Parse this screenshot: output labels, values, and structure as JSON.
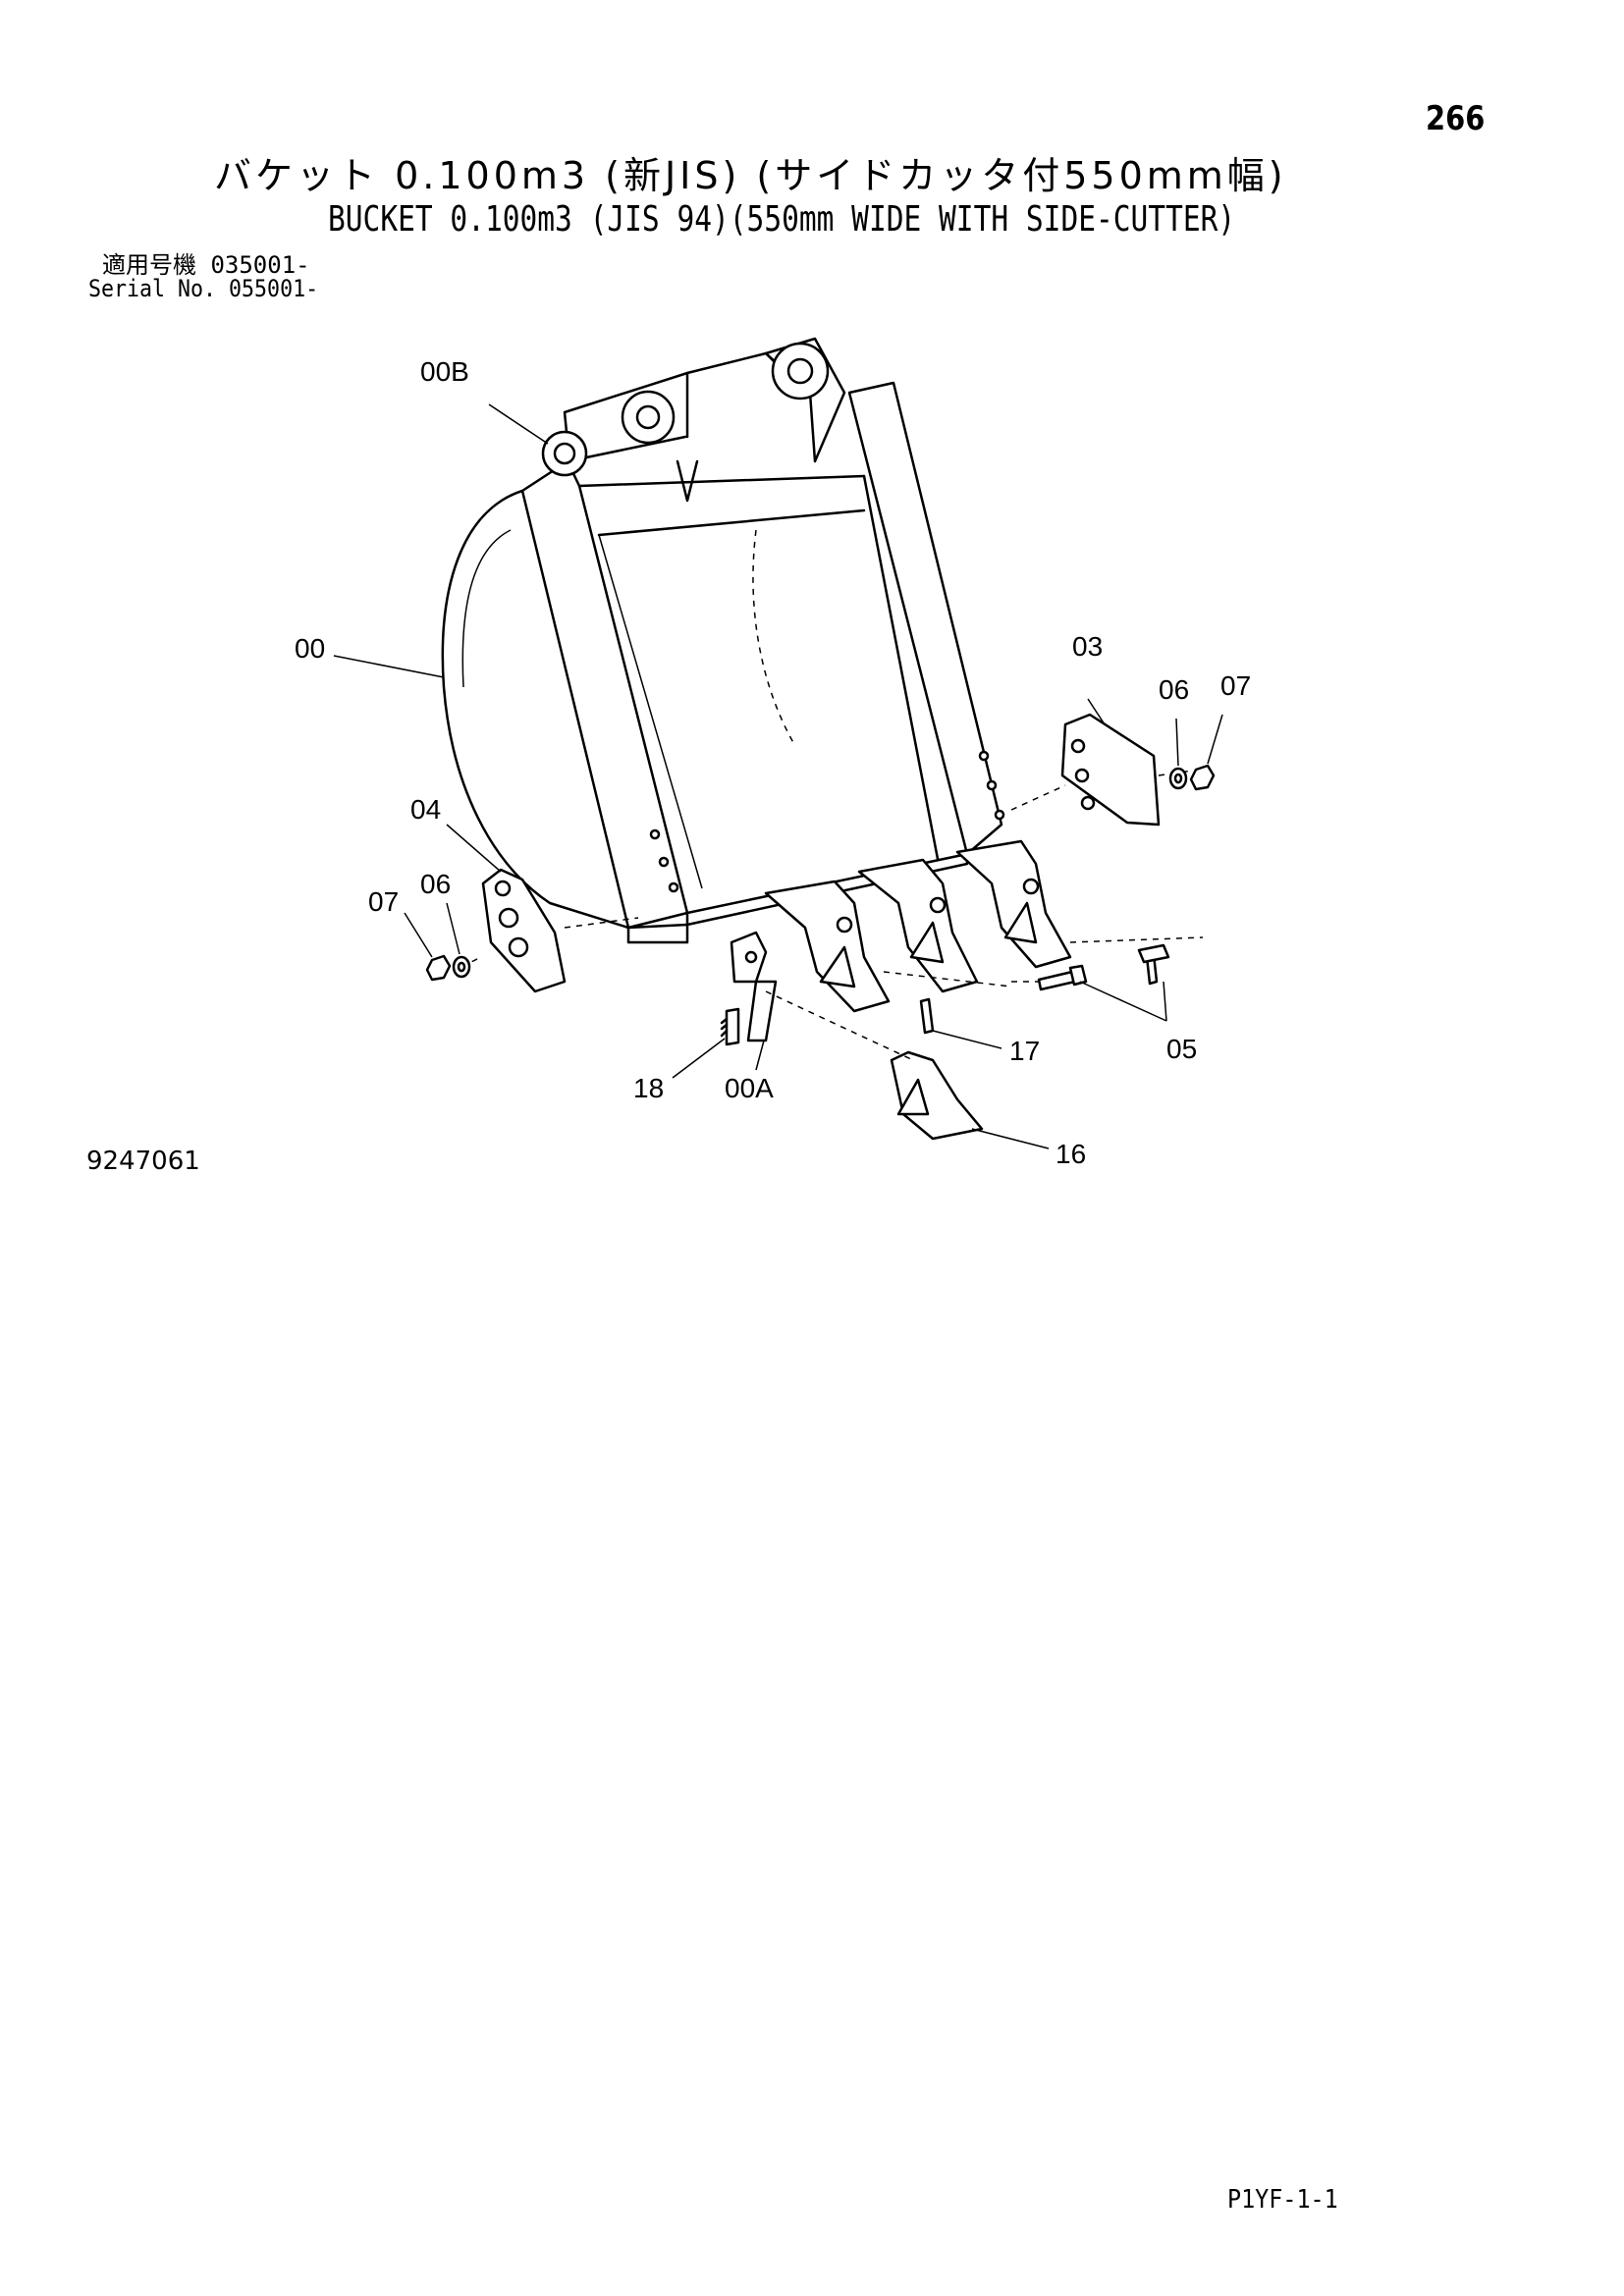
{
  "header": {
    "page_number": "266",
    "title_jp": "バケット 0.100m3 (新JIS) (サイドカッタ付550mm幅)",
    "title_en": "BUCKET 0.100m3 (JIS 94)(550mm WIDE WITH SIDE-CUTTER)",
    "serial_jp": "適用号機 035001-",
    "serial_en": "Serial No. 055001-"
  },
  "callouts": {
    "c00B": "00B",
    "c00": "00",
    "c03": "03",
    "c06_right": "06",
    "c07_right": "07",
    "c04": "04",
    "c06_left": "06",
    "c07_left": "07",
    "c17": "17",
    "c05": "05",
    "c18": "18",
    "c00A": "00A",
    "c16": "16"
  },
  "footer": {
    "drawing_number": "9247061",
    "page_code": "P1YF-1-1"
  }
}
